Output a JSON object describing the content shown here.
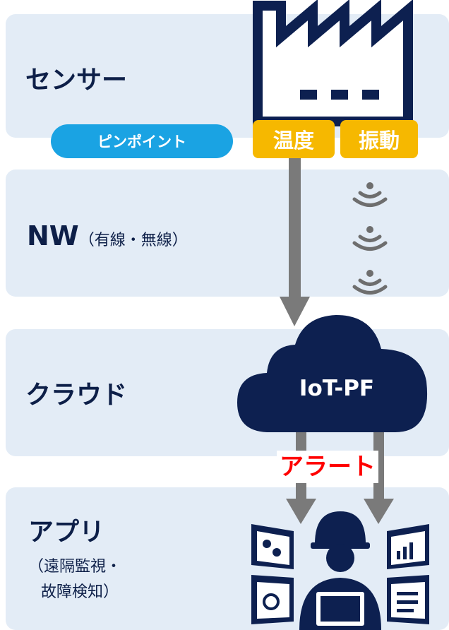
{
  "layers": {
    "sensor": {
      "title": "センサー"
    },
    "network": {
      "title": "NW",
      "note": "（有線・無線）"
    },
    "cloud": {
      "title": "クラウド"
    },
    "app": {
      "title": "アプリ",
      "note_line1": "（遠隔監視・",
      "note_line2": "故障検知）"
    }
  },
  "badges": {
    "pinpoint": "ピンポイント",
    "temperature": "温度",
    "vibration": "振動"
  },
  "cloud_label": "IoT-PF",
  "alert_label": "アラート",
  "icons": [
    "factory-icon",
    "wireless-signal-icon",
    "cloud-icon",
    "operator-with-monitors-icon"
  ],
  "colors": {
    "band": "#e3ecf6",
    "navy": "#0d2050",
    "arrow": "#7a7a7a",
    "badge": "#f6b800",
    "pill": "#1aa3e3",
    "alert": "#ff0000"
  }
}
